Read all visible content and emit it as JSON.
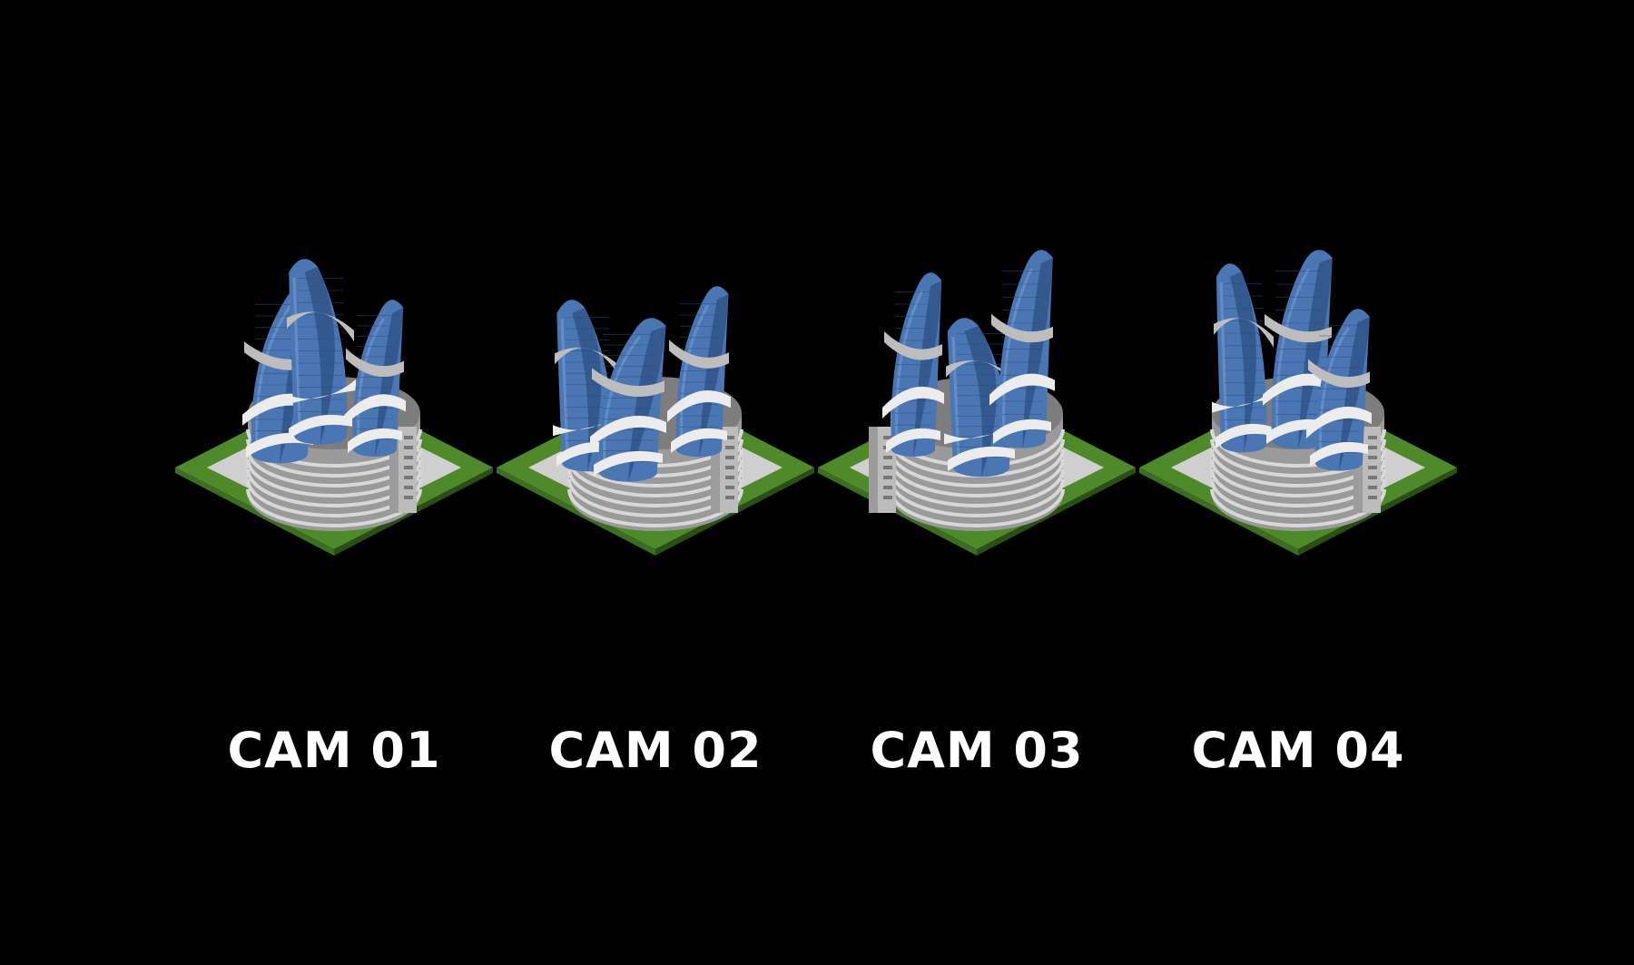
{
  "colors": {
    "background": "#000000",
    "label": "#ffffff",
    "grass": "#4f8a2a",
    "grass_dark": "#3c6e1f",
    "pavement": "#cfcfcf",
    "podium": "#9a9a9a",
    "podium_band": "#d8d8d8",
    "podium_top": "#7d7d7d",
    "glass": "#4a76b4",
    "glass_dark": "#34598f",
    "glass_light": "#6d97cf",
    "ribbon": "#ececec",
    "ribbon_shade": "#bdbdbd"
  },
  "views": [
    {
      "label": "CAM 01",
      "icon": "tower-complex-render-cam01"
    },
    {
      "label": "CAM 02",
      "icon": "tower-complex-render-cam02"
    },
    {
      "label": "CAM 03",
      "icon": "tower-complex-render-cam03"
    },
    {
      "label": "CAM 04",
      "icon": "tower-complex-render-cam04"
    }
  ]
}
